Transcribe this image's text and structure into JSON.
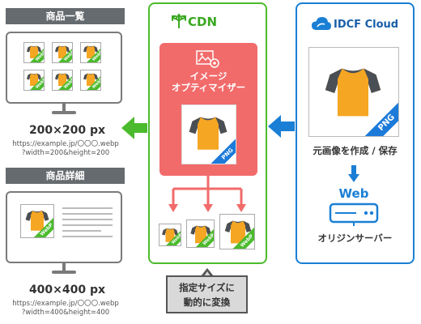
{
  "left": {
    "list_label": "商品一覧",
    "list_size": "200×200 px",
    "list_url_line1": "https://example.jp/〇〇〇.webp",
    "list_url_line2": "?width=200&height=200",
    "detail_label": "商品詳細",
    "detail_size": "400×400 px",
    "detail_url_line1": "https://example.jp/〇〇〇.webp",
    "detail_url_line2": "?width=400&height=400"
  },
  "cdn": {
    "title": "CDN",
    "optimizer_line1": "イメージ",
    "optimizer_line2": "オプティマイザー",
    "png_badge": "PNG",
    "webp_badge": "WebP"
  },
  "caption": {
    "line1": "指定サイズに",
    "line2": "動的に変換"
  },
  "cloud": {
    "title": "IDCF Cloud",
    "png_badge": "PNG",
    "create_caption": "元画像を作成 / 保存",
    "web_label": "Web",
    "origin_caption": "オリジンサーバー"
  },
  "colors": {
    "green": "#4bbb2d",
    "red": "#f26b6b",
    "blue": "#1a7fd4",
    "gray_label": "#666b6f",
    "shirt_body": "#f5a623",
    "shirt_sleeve": "#4a4f55"
  },
  "icons": [
    "cdn-network-icon",
    "image-settings-icon",
    "cloud-icon",
    "web-server-icon",
    "arrow-left-icon",
    "arrow-down-icon"
  ]
}
